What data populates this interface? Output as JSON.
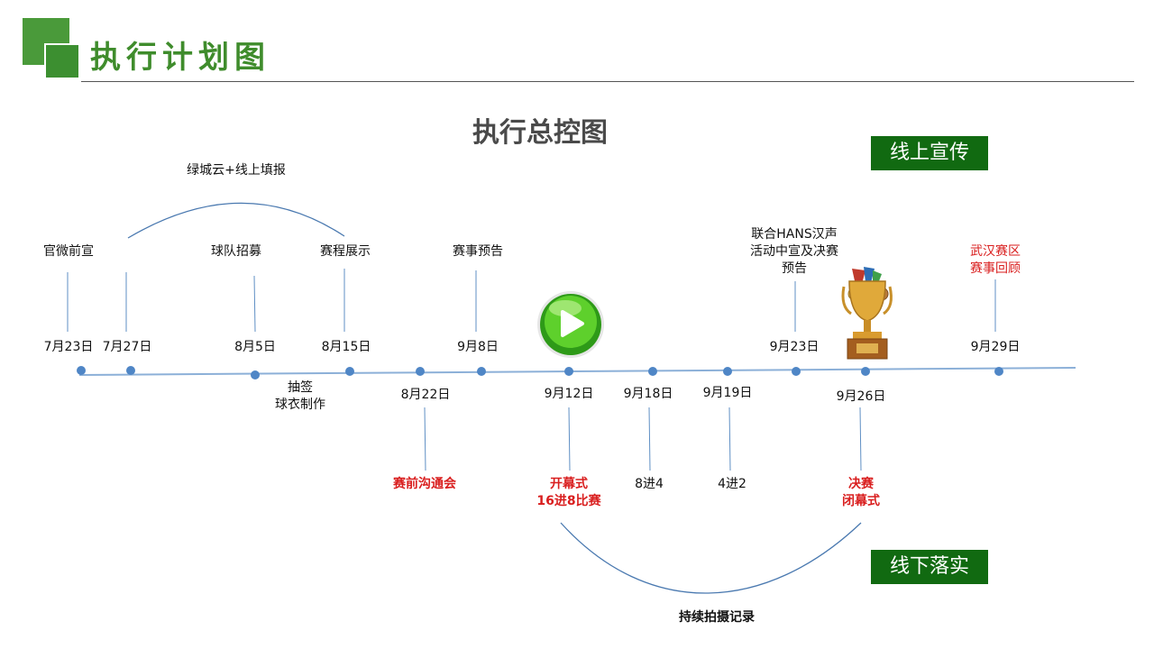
{
  "header": {
    "title": "执行计划图"
  },
  "diagram": {
    "title": "执行总控图",
    "online_badge": "线上宣传",
    "offline_badge": "线下落实",
    "arc_top_label": "绿城云+线上填报",
    "arc_bottom_label": "持续拍摄记录",
    "upper_events": [
      {
        "date": "7月23日",
        "label": "官微前宣"
      },
      {
        "date": "7月27日"
      },
      {
        "date": "8月5日",
        "label": "球队招募"
      },
      {
        "date": "8月15日",
        "label": "赛程展示"
      },
      {
        "date": "9月8日",
        "label": "赛事预告"
      },
      {
        "date": "9月23日",
        "label_lines": [
          "联合HANS汉声",
          "活动中宣及决赛",
          "预告"
        ]
      },
      {
        "date": "9月29日",
        "label_lines": [
          "武汉赛区",
          "赛事回顾"
        ]
      }
    ],
    "lower_events": [
      {
        "date": "8月22日",
        "label": "赛前沟通会"
      },
      {
        "date": "9月12日",
        "label_lines": [
          "开幕式",
          "16进8比赛"
        ]
      },
      {
        "date": "9月18日",
        "label": "8进4"
      },
      {
        "date": "9月19日",
        "label": "4进2"
      },
      {
        "date": "9月26日",
        "label_lines": [
          "决赛",
          "闭幕式"
        ]
      }
    ],
    "below_axis_note": [
      "抽签",
      "球衣制作"
    ],
    "colors": {
      "green": "#116a11",
      "red": "#d91e1e",
      "axis": "#6a9bd0",
      "dot": "#4f86c6"
    }
  }
}
